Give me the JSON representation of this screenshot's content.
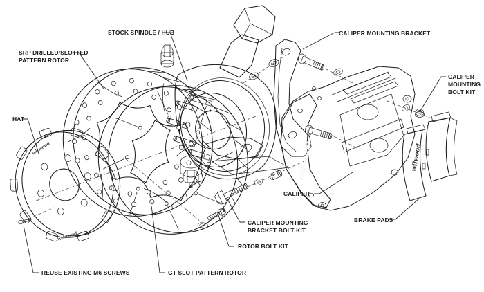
{
  "diagram": {
    "brand_script": "wilwood",
    "colors": {
      "background": "#ffffff",
      "line": "#1a1a1a",
      "shade_light": "#d8d8d8",
      "shade_mid": "#b3b3b3",
      "shade_dark": "#4a4a4a"
    },
    "labels": {
      "srp_line1": "SRP DRILLED/SLOTTED",
      "srp_line2": "PATTERN ROTOR",
      "stock_spindle": "STOCK SPINDLE / HUB",
      "caliper_mounting_bracket": "CALIPER MOUNTING BRACKET",
      "cmbk_line1": "CALIPER",
      "cmbk_line2": "MOUNTING",
      "cmbk_line3": "BOLT KIT",
      "hat": "HAT",
      "caliper": "CALIPER",
      "brake_pads": "BRAKE PADS",
      "cmbbk_line1": "CALIPER MOUNTING",
      "cmbbk_line2": "BRACKET BOLT KIT",
      "rotor_bolt_kit": "ROTOR BOLT KIT",
      "gt_rotor": "GT SLOT PATTERN ROTOR",
      "reuse_m6": "REUSE EXISTING M6 SCREWS"
    }
  }
}
